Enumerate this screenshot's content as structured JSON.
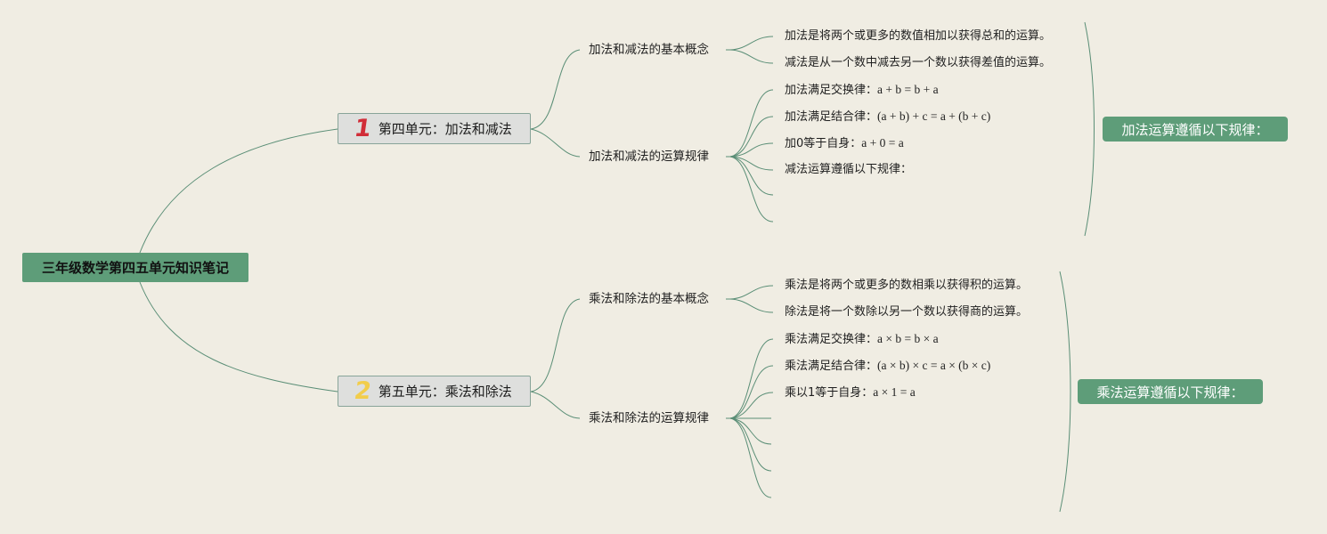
{
  "root": {
    "title": "三年级数学第四五单元知识笔记"
  },
  "units": [
    {
      "number": "1",
      "title": "第四单元：加法和减法",
      "color": "#d12d38",
      "concept": {
        "title": "加法和减法的基本概念",
        "items": [
          "加法是将两个或更多的数值相加以获得总和的运算。",
          "减法是从一个数中减去另一个数以获得差值的运算。"
        ]
      },
      "rules": {
        "title": "加法和减法的运算规律",
        "items": [
          {
            "label": "加法满足交换律：",
            "formula": "a + b = b + a"
          },
          {
            "label": "加法满足结合律：",
            "formula": "(a + b) + c = a + (b + c)"
          },
          {
            "label": "加0等于自身：",
            "formula": "a + 0 = a"
          },
          {
            "label": "减法运算遵循以下规律：",
            "formula": ""
          },
          {
            "label": "",
            "formula": ""
          },
          {
            "label": "",
            "formula": ""
          }
        ]
      },
      "summary": "加法运算遵循以下规律："
    },
    {
      "number": "2",
      "title": "第五单元：乘法和除法",
      "color": "#f2cd4b",
      "concept": {
        "title": "乘法和除法的基本概念",
        "items": [
          "乘法是将两个或更多的数相乘以获得积的运算。",
          "除法是将一个数除以另一个数以获得商的运算。"
        ]
      },
      "rules": {
        "title": "乘法和除法的运算规律",
        "items": [
          {
            "label": "乘法满足交换律：",
            "formula": "a × b = b × a"
          },
          {
            "label": "乘法满足结合律：",
            "formula": "(a × b) × c = a × (b × c)"
          },
          {
            "label": "乘以1等于自身：",
            "formula": "a × 1 = a"
          },
          {
            "label": "",
            "formula": ""
          },
          {
            "label": "",
            "formula": ""
          },
          {
            "label": "",
            "formula": ""
          }
        ]
      },
      "summary": "乘法运算遵循以下规律："
    }
  ]
}
